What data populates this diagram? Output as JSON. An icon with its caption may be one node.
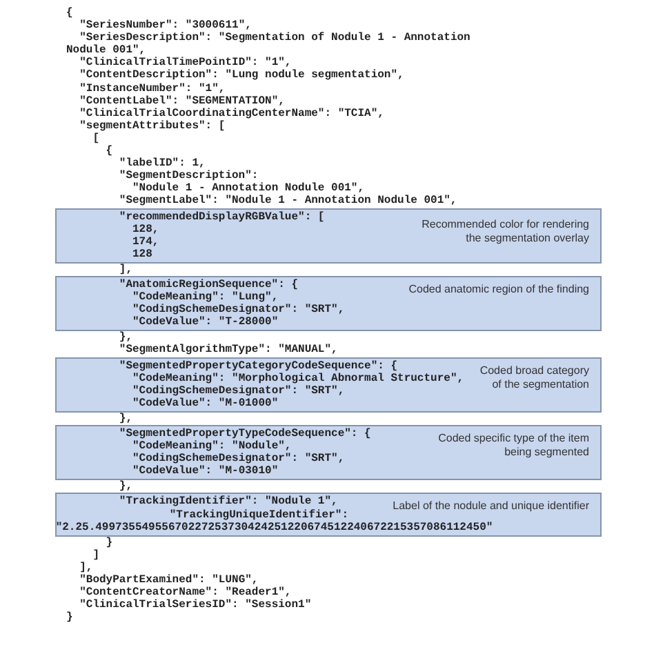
{
  "diagram": {
    "nodes": [
      {
        "text": [
          "\"recommendedDisplayRGBValue\": [",
          "128,",
          "174,",
          "128",
          "Recommended color for rendering the segmentation overlay"
        ]
      },
      {
        "text": [
          "\"AnatomicRegionSequence\": {",
          "\"CodeMeaning\": \"Lung\",",
          "\"CodingSchemeDesignator\": \"SRT\",",
          "\"CodeValue\": \"T-28000\"",
          "Coded anatomic region of the finding"
        ]
      },
      {
        "text": [
          "\"SegmentedPropertyCategoryCodeSequence\": {",
          "\"CodeMeaning\": \"Morphological Abnormal Structure\",",
          "\"CodingSchemeDesignator\": \"SRT\",",
          "\"CodeValue\": \"M-01000\"",
          "Coded broad category of the segmentation"
        ]
      },
      {
        "text": [
          "\"SegmentedPropertyTypeCodeSequence\": {",
          "\"CodeMeaning\": \"Nodule\",",
          "\"CodingSchemeDesignator\": \"SRT\",",
          "\"CodeValue\": \"M-03010\"",
          "Coded specific type of the item being segmented"
        ]
      },
      {
        "text": [
          "\"TrackingIdentifier\": \"Nodule 1\",",
          "\"TrackingUniqueIdentifier\":",
          "\"2.25.49973554955670227253730424251220674512240672215357086112450\"",
          "Label of the nodule and unique identifier"
        ]
      }
    ],
    "labels": [
      "{",
      "\"SeriesNumber\": \"3000611\",",
      "\"SeriesDescription\": \"Segmentation of Nodule 1 - Annotation Nodule 001\",",
      "\"ClinicalTrialTimePointID\": \"1\",",
      "\"ContentDescription\": \"Lung nodule segmentation\",",
      "\"InstanceNumber\": \"1\",",
      "\"ContentLabel\": \"SEGMENTATION\",",
      "\"ClinicalTrialCoordinatingCenterName\": \"TCIA\",",
      "\"segmentAttributes\": [",
      "[",
      "{",
      "\"labelID\": 1,",
      "\"SegmentDescription\":",
      "\"Nodule 1 - Annotation Nodule 001\",",
      "\"SegmentLabel\": \"Nodule 1 - Annotation Nodule 001\",",
      "],",
      "},",
      "\"SegmentAlgorithmType\": \"MANUAL\",",
      "},",
      "},",
      "}",
      "]",
      "],",
      "\"BodyPartExamined\": \"LUNG\",",
      "\"ContentCreatorName\": \"Reader1\",",
      "\"ClinicalTrialSeriesID\": \"Session1\"",
      "}"
    ]
  }
}
